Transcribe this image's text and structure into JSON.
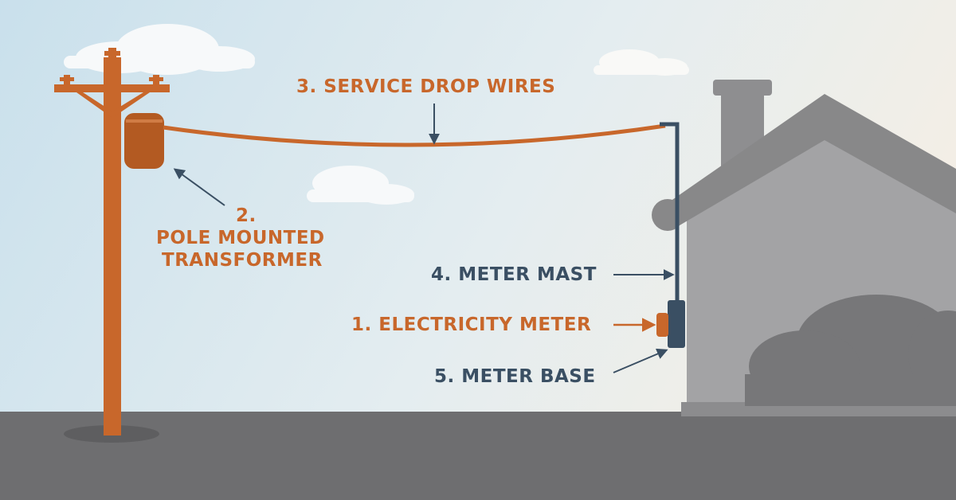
{
  "colors": {
    "orange": "#c8672b",
    "navy": "#3a4f63",
    "sky_top": "#cfe3ee",
    "sky_bottom": "#eef1ee",
    "house": "#9a9a9c",
    "ground": "#6e6e70"
  },
  "labels": {
    "service_drop": "3.  SERVICE DROP WIRES",
    "transformer_num": "2.",
    "transformer_line1": "POLE MOUNTED",
    "transformer_line2": "TRANSFORMER",
    "meter_mast": "4. METER MAST",
    "electricity_meter": "1. ELECTRICITY METER",
    "meter_base": "5. METER BASE"
  }
}
